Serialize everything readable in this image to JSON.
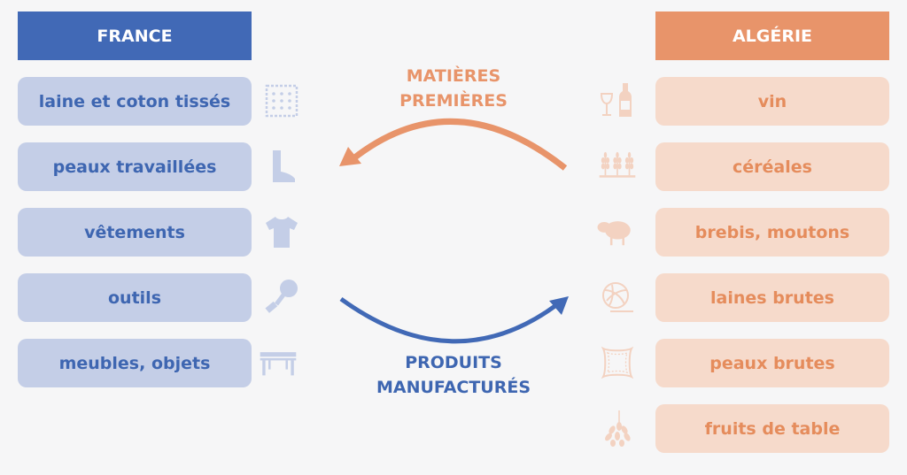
{
  "france": {
    "title": "FRANCE",
    "items": [
      {
        "label": "laine et coton tissés",
        "icon": "fabric-icon"
      },
      {
        "label": "peaux travaillées",
        "icon": "boot-icon"
      },
      {
        "label": "vêtements",
        "icon": "tshirt-icon"
      },
      {
        "label": "outils",
        "icon": "shovel-icon"
      },
      {
        "label": "meubles, objets",
        "icon": "table-icon"
      }
    ]
  },
  "algerie": {
    "title": "ALGÉRIE",
    "items": [
      {
        "label": "vin",
        "icon": "wine-icon"
      },
      {
        "label": "céréales",
        "icon": "wheat-icon"
      },
      {
        "label": "brebis, moutons",
        "icon": "sheep-icon"
      },
      {
        "label": "laines brutes",
        "icon": "yarn-ball-icon"
      },
      {
        "label": "peaux brutes",
        "icon": "hide-icon"
      },
      {
        "label": "fruits de table",
        "icon": "dates-icon"
      }
    ]
  },
  "flows": {
    "raw_line1": "MATIÈRES",
    "raw_line2": "PREMIÈRES",
    "manufactured_line1": "PRODUITS",
    "manufactured_line2": "MANUFACTURÉS"
  },
  "colors": {
    "blue": "#4169b6",
    "blue_light": "#c4cee7",
    "orange": "#e8946a",
    "orange_light": "#f6dacb"
  }
}
